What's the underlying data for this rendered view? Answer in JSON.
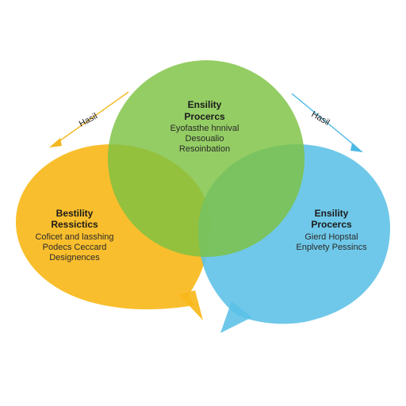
{
  "colors": {
    "left_bubble": "#f9b81b",
    "green_circle": "#7dc242",
    "right_bubble": "#5bc0e6",
    "left_arrow": "#f3b820",
    "right_arrow": "#4cb8e4"
  },
  "arrows": {
    "left_label": "Hasil",
    "right_label": "Hasil"
  },
  "circles": {
    "top": {
      "title": [
        "Ensility",
        "Procercs"
      ],
      "body": [
        "Eyofasthe hnnival",
        "Desoualio",
        "Resoinbation"
      ]
    },
    "left": {
      "title": [
        "Bestility",
        "Ressictics"
      ],
      "body": [
        "Coficet and lasshing",
        "Podecs Ceccard",
        "Designences"
      ]
    },
    "right": {
      "title": [
        "Ensility",
        "Procercs"
      ],
      "body": [
        "Gierd Hopstal",
        "Enplvety Pessincs"
      ]
    }
  }
}
